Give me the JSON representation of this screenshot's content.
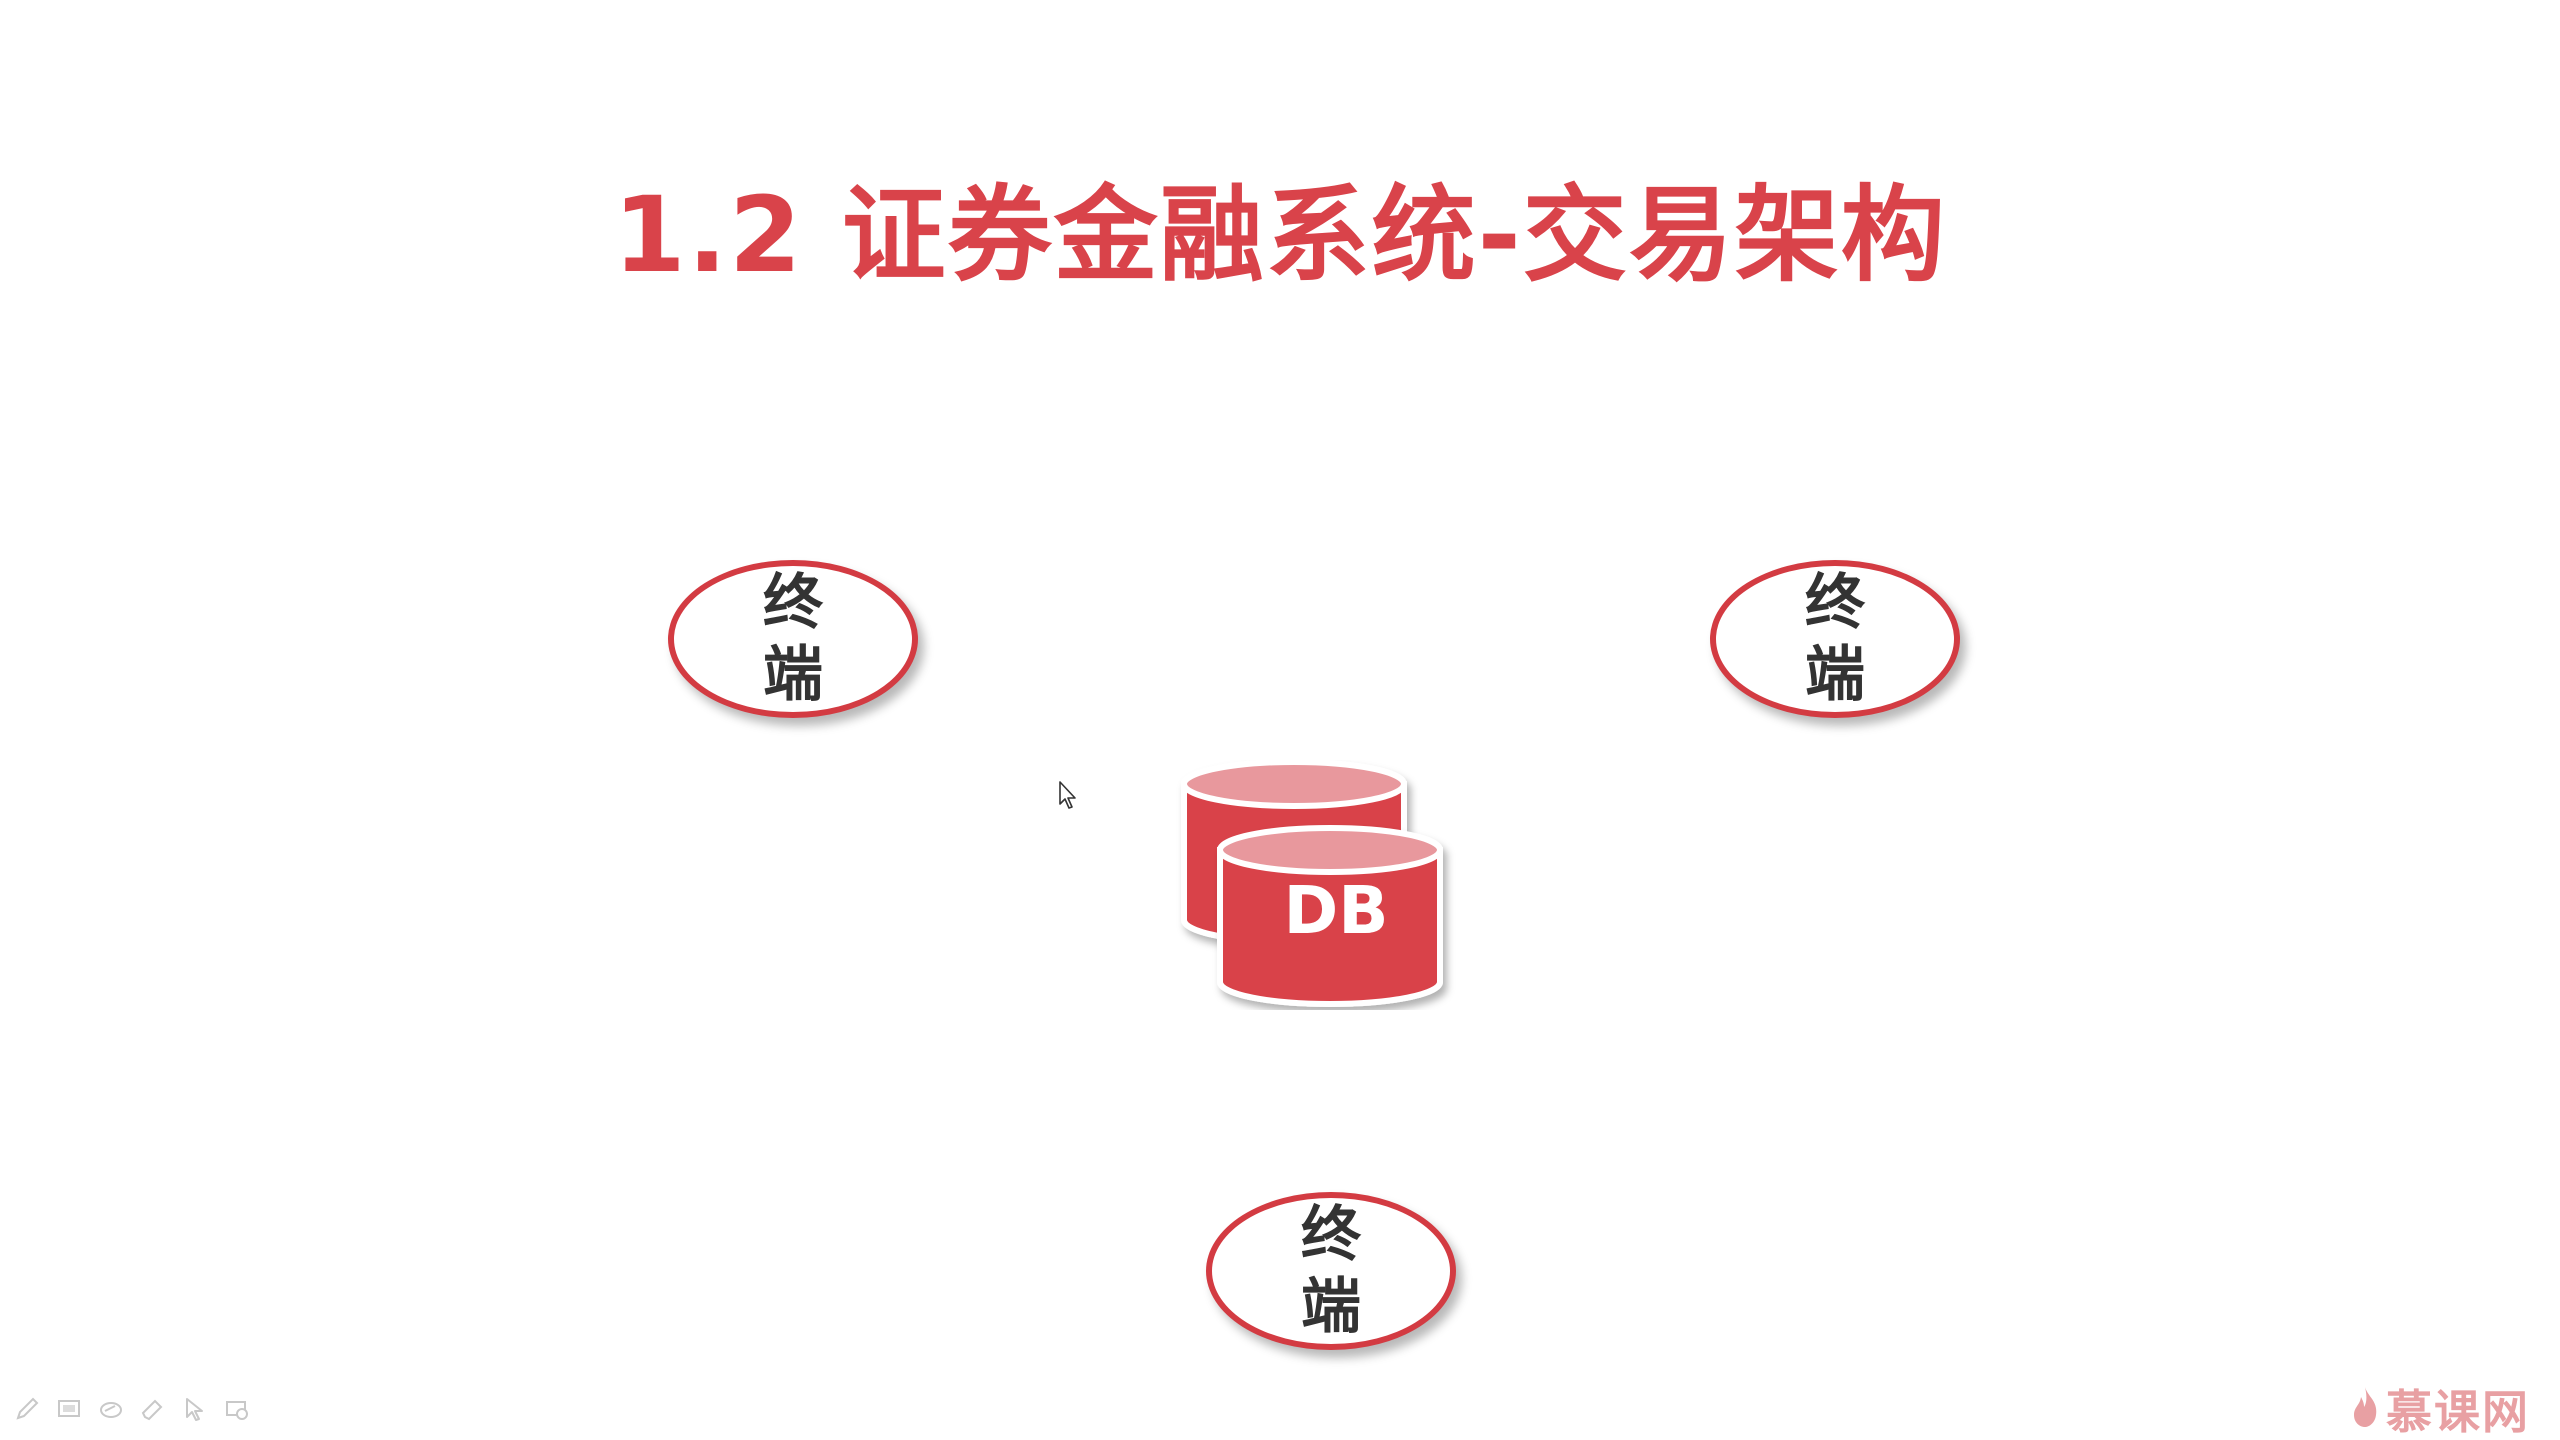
{
  "title": "1.2 证券金融系统-交易架构",
  "terminals": [
    {
      "line1": "终",
      "line2": "端"
    },
    {
      "line1": "终",
      "line2": "端"
    },
    {
      "line1": "终",
      "line2": "端"
    }
  ],
  "database": {
    "label": "DB"
  },
  "toolbar": {
    "icons": [
      "pen-icon",
      "screen-icon",
      "eraser-icon",
      "highlighter-icon",
      "pointer-icon",
      "projector-icon"
    ]
  },
  "watermark": {
    "text": "慕课网",
    "icon": "flame-icon"
  },
  "colors": {
    "accent": "#d9434a",
    "ellipse_border": "#d33b42",
    "db_front": "#d9434a",
    "db_top": "#e8989d",
    "text_dark": "#333333"
  }
}
